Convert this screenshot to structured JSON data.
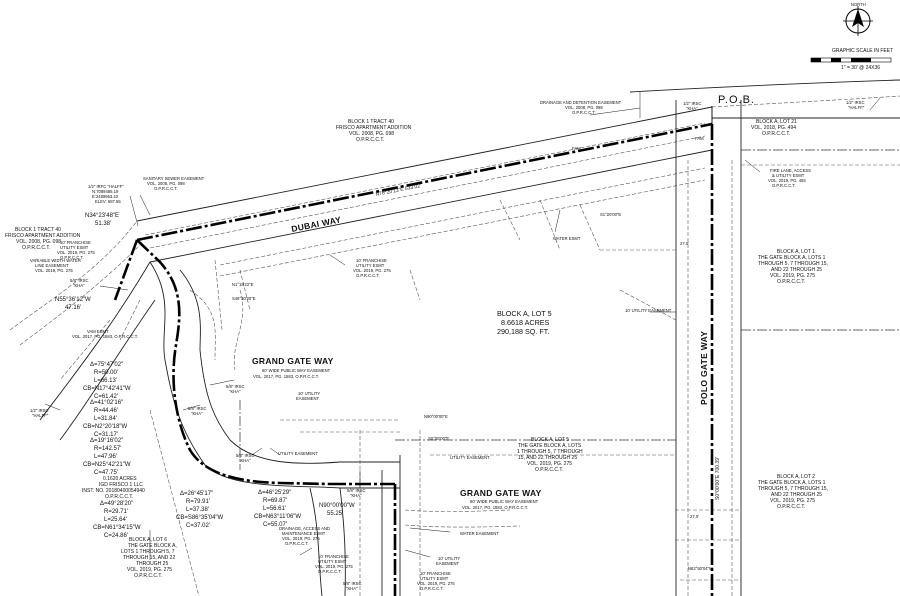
{
  "north": {
    "label": "NORTH"
  },
  "scale": {
    "title": "GRAPHIC SCALE IN FEET",
    "note": "1\" = 30' @ 24X36"
  },
  "pob": "P.O.B.",
  "roads": {
    "dubai": "DUBAI WAY",
    "grand_gate_1": "GRAND GATE WAY",
    "grand_gate_2": "GRAND GATE WAY",
    "polo_gate": "POLO GATE WAY"
  },
  "main_lot": {
    "name": "BLOCK A, LOT 5",
    "acres": "8.6618 ACRES",
    "sqft": "290,188 SQ. FT."
  },
  "bearings": {
    "top": "N76°20'13\"E  533.02'",
    "n34": "N34°23'48\"E",
    "n34_dist": "51.38'",
    "n55": "N55°36'12\"W",
    "n55_dist": "47.16'",
    "east": "S0°00'00\"E  700.39'",
    "n90": "N90°00'00\"W",
    "n90_dist": "55.25'"
  },
  "curves": {
    "c1": [
      "Δ=75°47'02\"",
      "R=50.00'",
      "L=66.13'",
      "CB=N17°42'41\"W",
      "C=61.42'"
    ],
    "c2": [
      "Δ=41°02'16\"",
      "R=44.46'",
      "L=31.84'",
      "CB=N2°20'18\"W",
      "C=31.17'"
    ],
    "c3": [
      "Δ=19°16'02\"",
      "R=142.57'",
      "L=47.96'",
      "CB=N25°42'21\"W",
      "C=47.75'"
    ],
    "c4": [
      "Δ=49°28'20\"",
      "R=29.71'",
      "L=25.64'",
      "CB=N61°34'15\"W",
      "C=24.86'"
    ],
    "c5": [
      "Δ=46°25'29\"",
      "R=69.87'",
      "L=56.61'",
      "CB=N63°11'06\"W",
      "C=55.07'"
    ],
    "c6": [
      "Δ=26°45'17\"",
      "R=79.91'",
      "L=37.38'",
      "CB=S86°35'04\"W",
      "C=37.02'"
    ]
  },
  "blocks": {
    "tract40_top": [
      "BLOCK 1 TRACT 40",
      "FRISCO APARTMENT ADDITION",
      "VOL. 2008, PG. 098",
      "O.P.R.C.C.T."
    ],
    "tract40_left": [
      "BLOCK 1 TRACT 40",
      "FRISCO APARTMENT ADDITION",
      "VOL. 2008, PG. 098",
      "O.P.R.C.C.T."
    ],
    "lot21": [
      "BLOCK A, LOT 21",
      "VOL. 2018, PG. 494",
      "O.P.R.C.C.T."
    ],
    "lot1": [
      "BLOCK A, LOT 1",
      "THE GATE BLOCK A, LOTS 1",
      "THROUGH 5, 7 THROUGH 15,",
      "AND 22 THROUGH 25",
      "VOL. 2019, PG. 275",
      "O.P.R.C.C.T."
    ],
    "lot2": [
      "BLOCK A, LOT 2",
      "THE GATE BLOCK A, LOTS 1",
      "THROUGH 5, 7 THROUGH 15,",
      "AND 22 THROUGH 25",
      "VOL. 2019, PG. 275",
      "O.P.R.C.C.T."
    ],
    "lot6": [
      "BLOCK A, LOT 6",
      "THE GATE BLOCK A,",
      "LOTS 1 THROUGH 5, 7",
      "THROUGH 15, AND 22",
      "THROUGH 25",
      "VOL. 2019, PG. 275",
      "O.P.R.C.C.T."
    ],
    "lot5_south": [
      "BLOCK A, LOT 5",
      "THE GATE BLOCK A, LOTS",
      "1 THROUGH 5, 7 THROUGH",
      "15, AND 22 THROUGH 25",
      "VOL. 2019, PG. 275",
      "O.P.R.C.C.T."
    ],
    "frisco_llc": [
      "0.1620 ACRES",
      "IGD FRISCO 1 LLC",
      "INST. NO. 20180400054940",
      "O.P.R.C.C.T."
    ]
  },
  "easements": {
    "drainage": [
      "DRAINAGE AND DETENTION EASEMENT",
      "VOL. 2008, PG. 098",
      "O.P.R.C.C.T."
    ],
    "sanitary": [
      "SANITARY SEWER EASEMENT",
      "VOL. 2008, PG. 098",
      "O.P.R.C.C.T."
    ],
    "fire_lane": [
      "FIRE LANE, ACCESS",
      "& UTILITY ESMT",
      "VOL. 2019, PG. 455",
      "O.P.R.C.C.T."
    ],
    "grand_esmt": [
      "60' WIDE PUBLIC WAY EASEMENT",
      "VOL. 2017, PG. 1583, O.P.R.C.C.T."
    ],
    "grand_esmt_2": [
      "60' WIDE PUBLIC WAY EASEMENT",
      "VOL. 2017, PG. 1583, O.P.R.C.C.T."
    ],
    "util10": [
      "10' UTILITY",
      "EASEMENT"
    ],
    "util10b": [
      "10' UTILITY",
      "EASEMENT"
    ],
    "utility_esmt": "UTILITY EASEMENT",
    "utility_esmt2": "UTILITY EASEMENT",
    "water": "WATER ESMT",
    "water2": "WATER EASEMENT",
    "drainage_access": [
      "DRAINAGE, ACCESS AND",
      "MAINTENANCE ESMT",
      "VOL. 2019, PG. 275",
      "O.P.R.C.C.T."
    ],
    "franchise": [
      "10' FRANCHISE",
      "UTILITY ESMT",
      "VOL. 2019, PG. 275",
      "O.P.R.C.C.T."
    ],
    "franchise_top": [
      "10' FRANCHISE",
      "UTILITY ESMT",
      "VOL. 2019, PG. 275",
      "O.P.R.C.C.T."
    ],
    "franchise_left": [
      "10' FRANCHISE",
      "UTILITY ESMT",
      "VOL. 2019, PG. 275",
      "O.P.R.C.C.T."
    ],
    "franchise_bot": [
      "10' FRANCHISE",
      "UTILITY ESMT",
      "VOL. 2019, PG. 275",
      "O.P.R.C.C.T."
    ],
    "variable_sidewalk": [
      "VARIABLE WIDTH WATER",
      "LINE EASEMENT",
      "VOL. 2019, PG. 275"
    ],
    "util_lot5": "10' UTILITY EASEMENT"
  },
  "rebar": {
    "r1": [
      "1/2\" IRFC \"HALFF\"",
      "N:7089485.19",
      "E:2489963.42",
      "ELEV: 687.55"
    ],
    "r2": [
      "1/2\" IRSC",
      "\"HALFF\""
    ],
    "r3": [
      "5/8\" IRSC",
      "\"KHA\""
    ],
    "r4": [
      "5/8\" IRSC",
      "\"KHA\""
    ],
    "r5": [
      "5/8\" IRSC",
      "\"KHA\""
    ],
    "r6": [
      "5/8\" IRSC",
      "\"KHA\""
    ],
    "r7": [
      "5/8\" IRSC",
      "\"KHA\""
    ],
    "r8": [
      "5/8\" IRSC",
      "\"KHA\""
    ],
    "r9": [
      "1/2\" IRSC",
      "\"KHA\""
    ],
    "r10": [
      "1/2\" IRSC",
      "\"HALFF\""
    ]
  },
  "misc": {
    "fam": "FAM",
    "fam2": "FAM",
    "width27": "27.0'",
    "width27b": "27.0'",
    "vam": [
      "VAM ESMT",
      "VOL. 2017, PG. 1583, O.P.R.C.C.T."
    ],
    "dims": [
      "N1°18'22\"E",
      "S48°30'20\"E",
      "S1°20'00\"E",
      "N90°00'00\"E",
      "S0°00'00\"E",
      "N82°50'04\"W"
    ]
  }
}
